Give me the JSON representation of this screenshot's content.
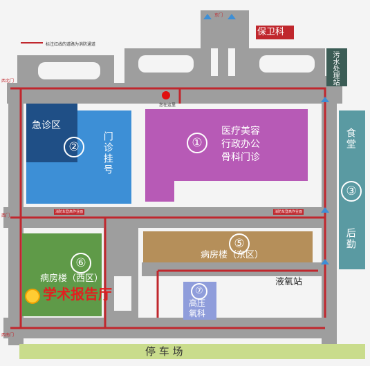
{
  "map": {
    "legend": "标注红线的道路为消防通道",
    "you_are_here": "您在这里",
    "gates": {
      "north_gate": "东门",
      "west_gate_upper": "西北门",
      "west_gate_mid": "西门",
      "west_gate_lower": "西南门"
    },
    "fire_tags": {
      "left": "消防车登高作业面",
      "right": "消防车登高作业面"
    },
    "buildings": {
      "security": "保卫科",
      "sewage": "污水处理站",
      "emergency": "急诊区",
      "outpatient_num": "②",
      "outpatient": "门诊挂号",
      "admin_num": "①",
      "admin_line1": "医疗美容",
      "admin_line2": "行政办公",
      "admin_line3": "骨科门诊",
      "canteen": "食堂",
      "logistics_num": "③",
      "logistics": "后勤",
      "east_ward_num": "⑤",
      "east_ward": "病房楼（东区）",
      "west_ward_num": "⑥",
      "west_ward": "病房楼（西区）",
      "lecture_hall": "学术报告厅",
      "oxygen_station": "液氧站",
      "hyperbaric_num": "⑦",
      "hyperbaric_line1": "高压",
      "hyperbaric_line2": "氧科",
      "parking": "停 车 场"
    },
    "colors": {
      "fire_road": "#c0272d",
      "road": "#9e9e9e",
      "admin": "#b75ab6",
      "outpatient": "#3d8fd6",
      "emergency": "#1f4f86",
      "east_ward": "#b58f5a",
      "west_ward": "#5f9a48",
      "canteen": "#5a9aa2",
      "hyperbaric": "#8f9ddb",
      "parking": "#c9dc8c",
      "security": "#c0272d",
      "sewage": "#3b5c55"
    }
  }
}
